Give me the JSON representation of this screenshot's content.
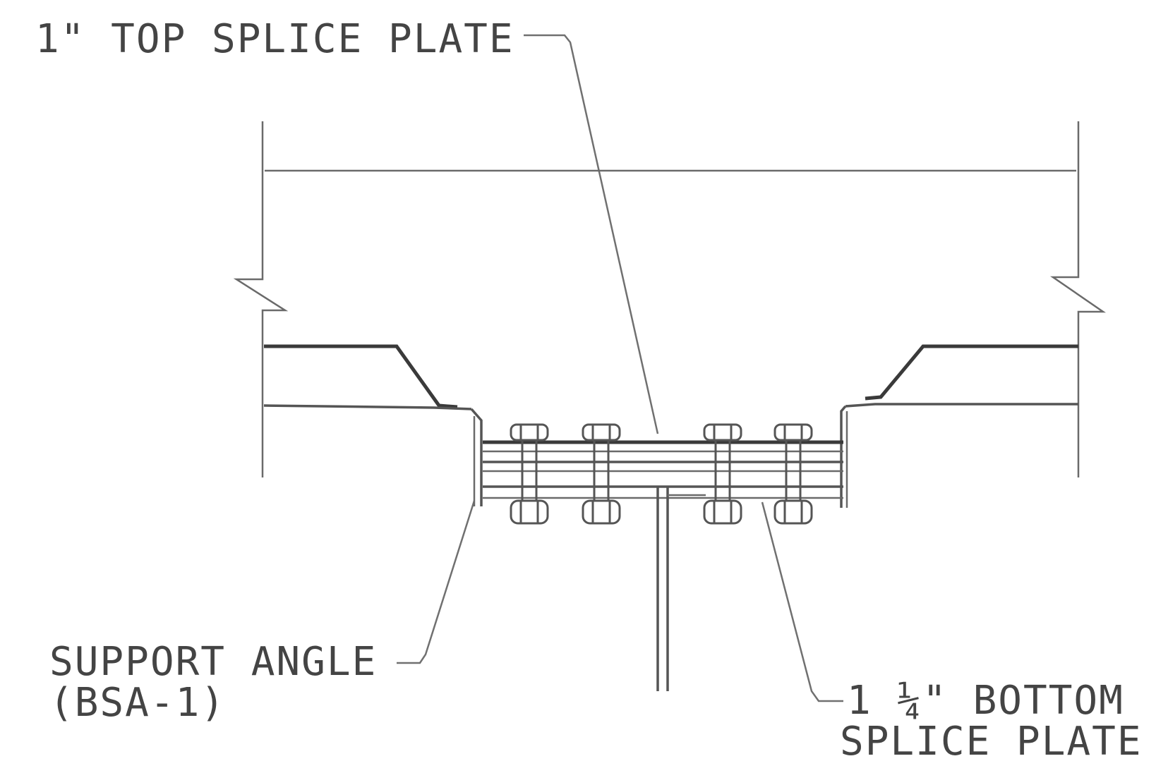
{
  "labels": {
    "top_splice_plate": "1\" TOP SPLICE PLATE",
    "support_angle_line1": "SUPPORT ANGLE",
    "support_angle_line2": "(BSA-1)",
    "bottom_splice_plate_line1": "1 ¼\" BOTTOM",
    "bottom_splice_plate_line2": "SPLICE PLATE"
  },
  "colors": {
    "line": "#555555",
    "text": "#444444",
    "background": "#ffffff"
  }
}
